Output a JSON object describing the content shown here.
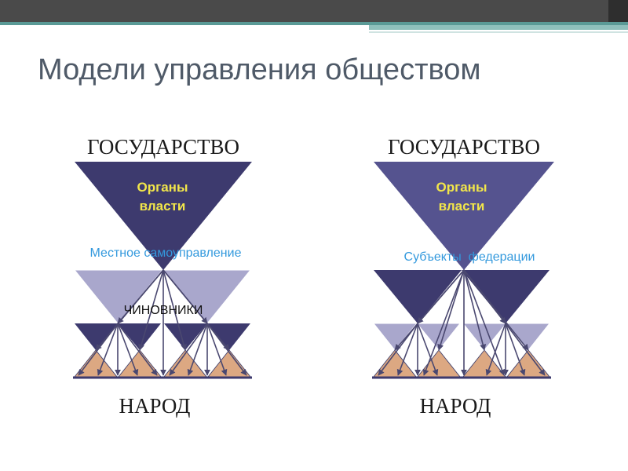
{
  "slide": {
    "title": "Модели управления обществом",
    "colors": {
      "header_dark": "#4a4a4a",
      "header_teal": "#5a9a96",
      "title_text": "#4f5a68",
      "triangle_dark": "#3d3a6e",
      "triangle_mid": "#55538f",
      "triangle_light": "#a9a7cc",
      "triangle_orange": "#dca882",
      "arrow": "#4a4870",
      "organs_text": "#f2e64a",
      "blue_text": "#3399dd"
    }
  },
  "models": [
    {
      "top_label": "ГОСУДАРСТВО",
      "inner_label_line1": "Органы",
      "inner_label_line2": "власти",
      "middle_label": "Местное самоуправление",
      "officials_label": "ЧИНОВНИКИ",
      "bottom_label": "НАРОД"
    },
    {
      "top_label": "ГОСУДАРСТВО",
      "inner_label_line1": "Органы",
      "inner_label_line2": "власти",
      "middle_label": "Субъекты  федерации",
      "bottom_label": "НАРОД"
    }
  ]
}
